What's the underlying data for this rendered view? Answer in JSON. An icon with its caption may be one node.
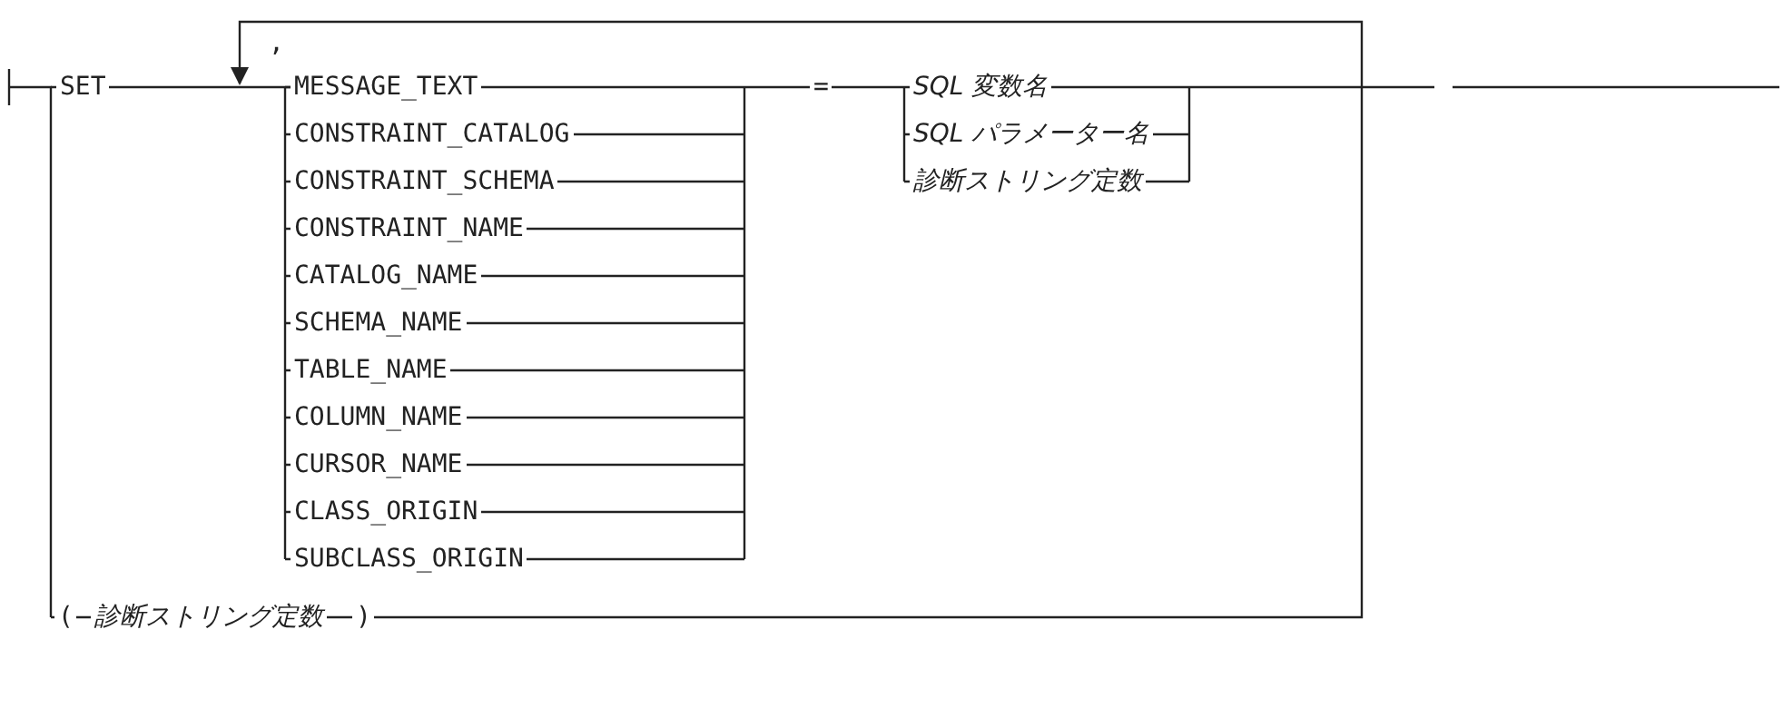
{
  "diagram": {
    "labels": [
      ",",
      "SET",
      "MESSAGE_TEXT",
      "=",
      "SQL 変数名",
      "CONSTRAINT_CATALOG",
      "SQL パラメーター名",
      "CONSTRAINT_SCHEMA",
      "診断ストリング定数",
      "CONSTRAINT_NAME",
      "CATALOG_NAME",
      "SCHEMA_NAME",
      "TABLE_NAME",
      "COLUMN_NAME",
      "CURSOR_NAME",
      "CLASS_ORIGIN",
      "SUBCLASS_ORIGIN",
      "(",
      "診断ストリング定数",
      ")"
    ]
  }
}
